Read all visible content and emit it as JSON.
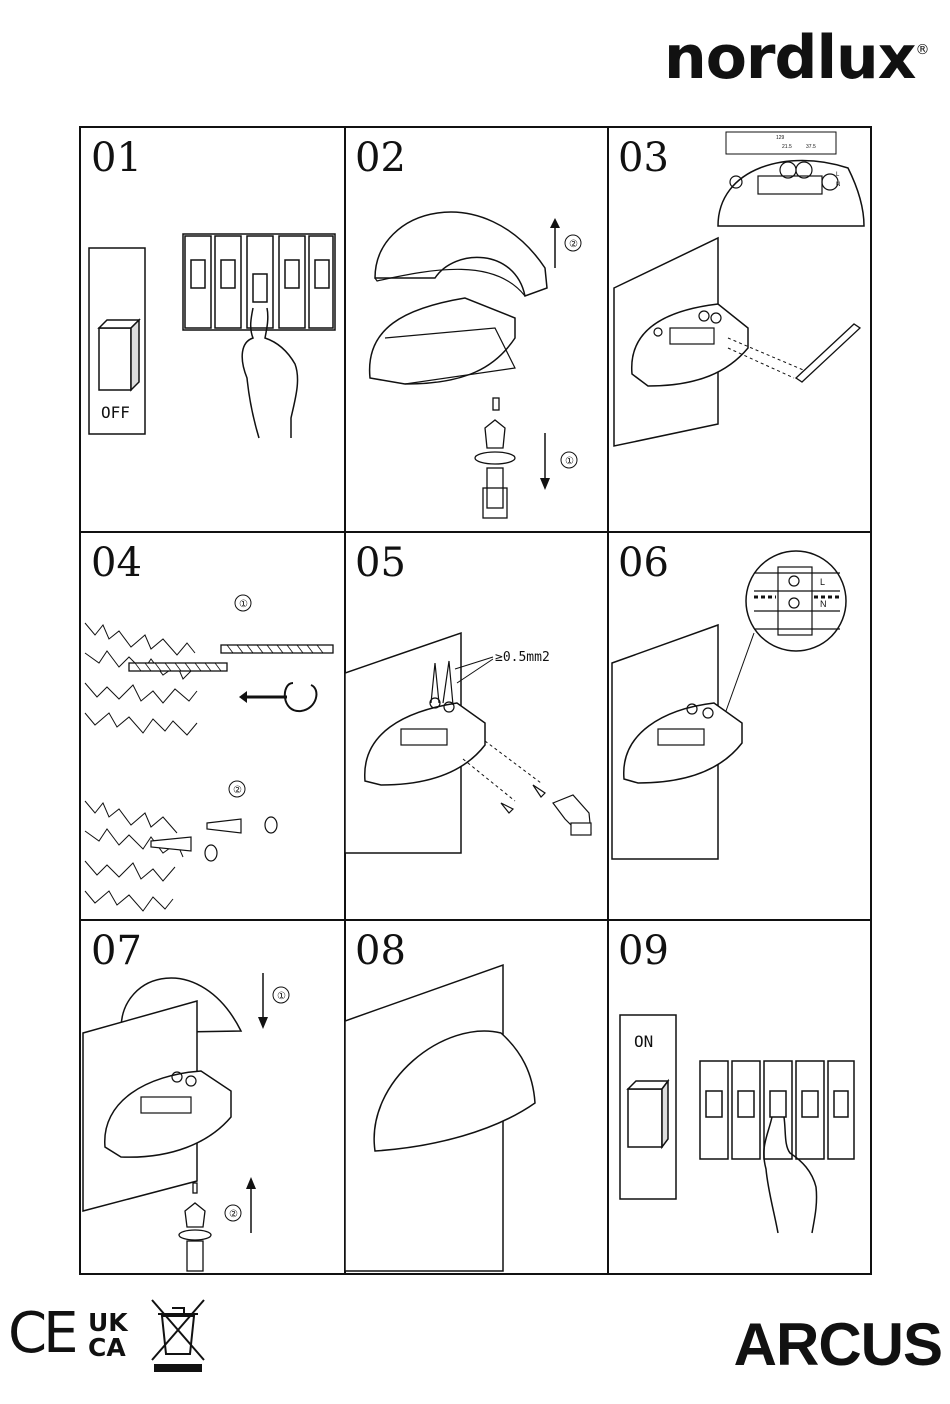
{
  "brand": {
    "name": "nordlux",
    "registered": "®"
  },
  "steps": [
    {
      "number": "01",
      "switch_label": "OFF"
    },
    {
      "number": "02",
      "arrow_up_mark": "②",
      "arrow_down_mark": "①"
    },
    {
      "number": "03",
      "dims": [
        "129",
        "21.5",
        "37.5"
      ],
      "terminal_labels": [
        "L",
        "N"
      ]
    },
    {
      "number": "04",
      "mark_1": "①",
      "mark_2": "②"
    },
    {
      "number": "05",
      "wire_spec": "≥0.5mm2"
    },
    {
      "number": "06",
      "terminal_labels": [
        "L",
        "N"
      ]
    },
    {
      "number": "07",
      "arrow_down_mark": "①",
      "arrow_up_mark": "②"
    },
    {
      "number": "08"
    },
    {
      "number": "09",
      "switch_label": "ON"
    }
  ],
  "certifications": {
    "ce": "CE",
    "ukca_top": "UK",
    "ukca_bottom": "CA"
  },
  "product_name": "ARCUS"
}
